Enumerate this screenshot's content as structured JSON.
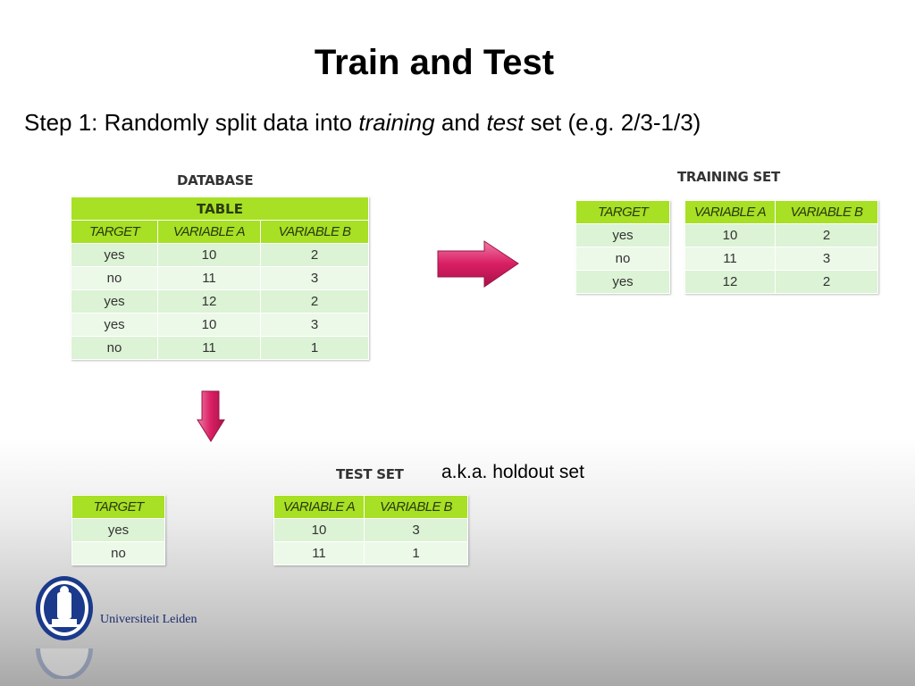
{
  "slide": {
    "title": "Train and Test",
    "subtitle_prefix": "Step 1: Randomly split data into ",
    "subtitle_training": "training",
    "subtitle_and": " and ",
    "subtitle_test": "test",
    "subtitle_suffix": " set (e.g. 2/3-1/3)",
    "holdout_note": "a.k.a. holdout set"
  },
  "database": {
    "caption": "DATABASE",
    "table_label": "TABLE",
    "headers": [
      "TARGET",
      "VARIABLE A",
      "VARIABLE B"
    ],
    "rows": [
      [
        "yes",
        "10",
        "2"
      ],
      [
        "no",
        "11",
        "3"
      ],
      [
        "yes",
        "12",
        "2"
      ],
      [
        "yes",
        "10",
        "3"
      ],
      [
        "no",
        "11",
        "1"
      ]
    ]
  },
  "training_set": {
    "caption": "TRAINING SET",
    "target_header": "TARGET",
    "target_rows": [
      "yes",
      "no",
      "yes"
    ],
    "var_headers": [
      "VARIABLE A",
      "VARIABLE B"
    ],
    "var_rows": [
      [
        "10",
        "2"
      ],
      [
        "11",
        "3"
      ],
      [
        "12",
        "2"
      ]
    ]
  },
  "test_set": {
    "caption": "TEST SET",
    "target_header": "TARGET",
    "target_rows": [
      "yes",
      "no"
    ],
    "var_headers": [
      "VARIABLE A",
      "VARIABLE B"
    ],
    "var_rows": [
      [
        "10",
        "3"
      ],
      [
        "11",
        "1"
      ]
    ]
  },
  "branding": {
    "university": "Universiteit Leiden"
  },
  "colors": {
    "header_green": "#a7e024",
    "cell_green": "#dcf3d5",
    "arrow_pink": "#d91e63"
  }
}
